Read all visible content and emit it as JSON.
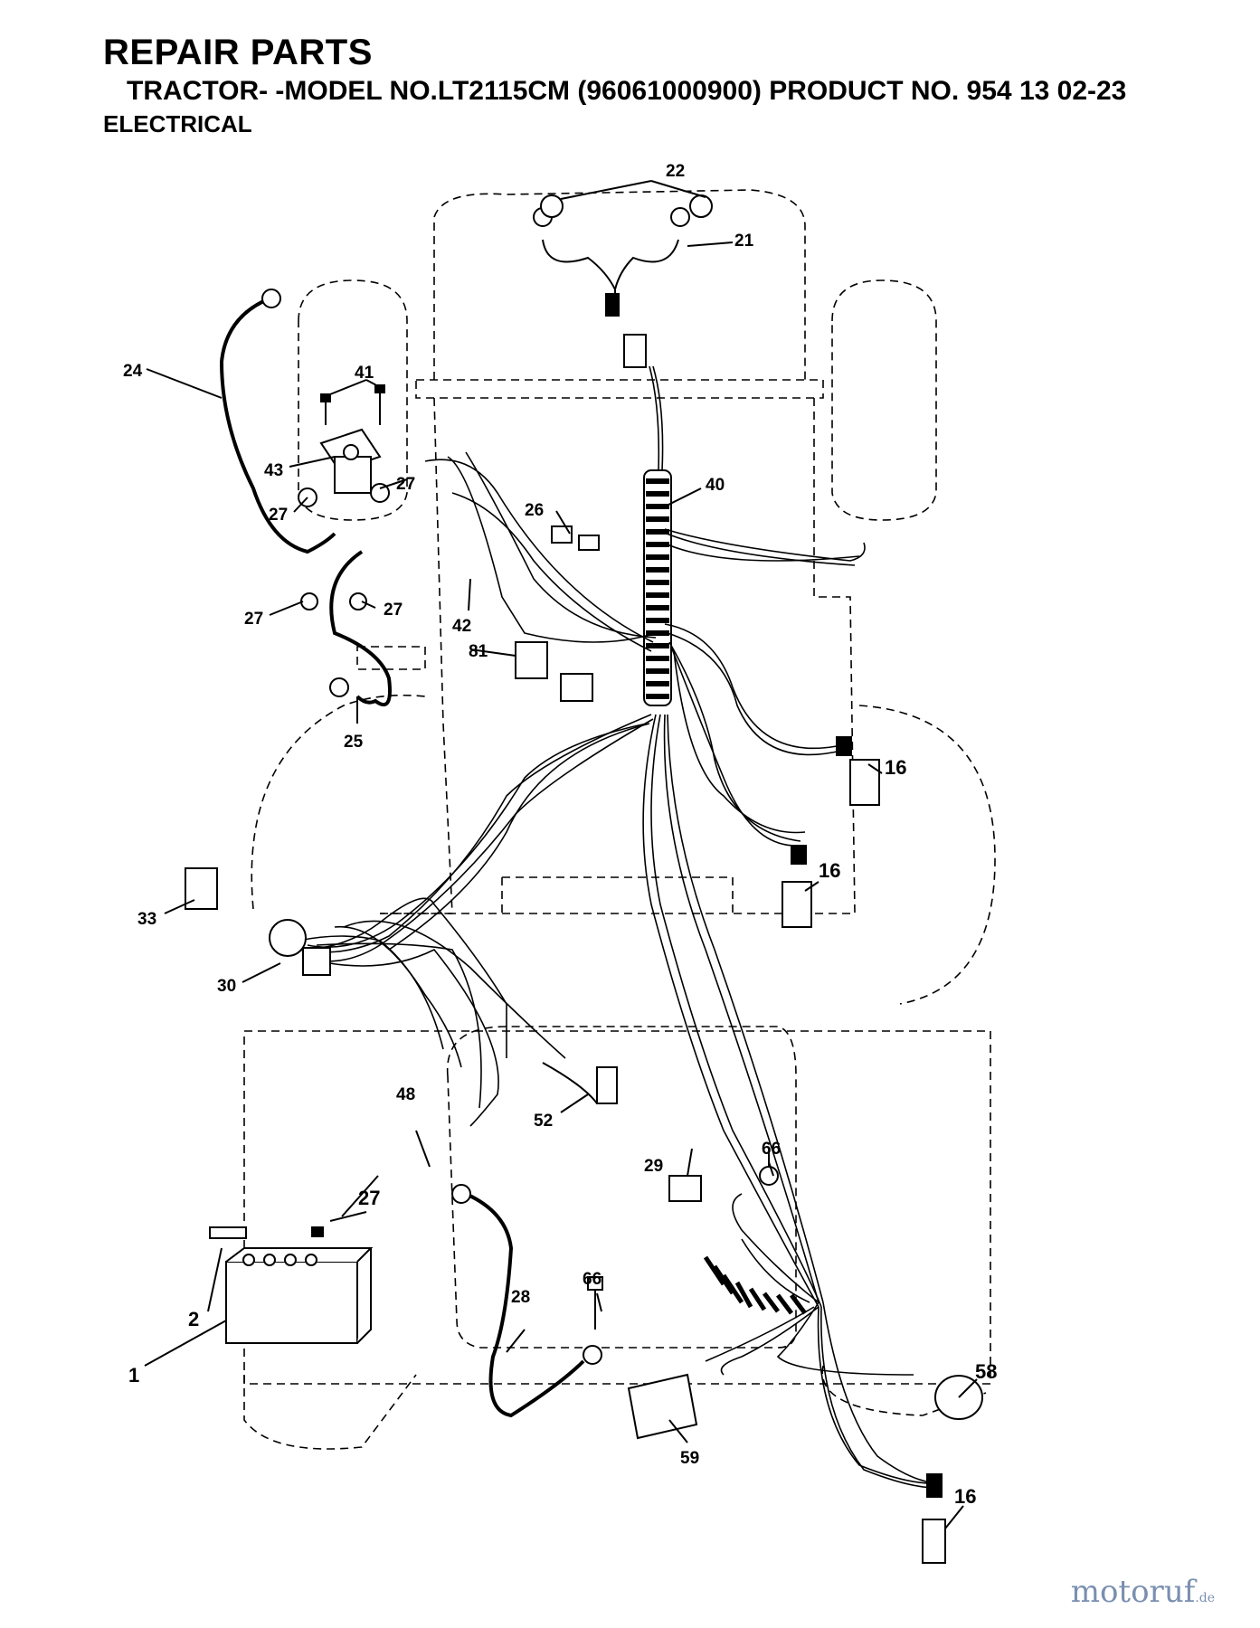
{
  "header": {
    "title": "REPAIR PARTS",
    "subtitle": "TRACTOR- -MODEL NO.LT2115CM (96061000900) PRODUCT NO. 954 13 02-23",
    "section": "ELECTRICAL"
  },
  "labels": {
    "p1": "1",
    "p2": "2",
    "p16a": "16",
    "p16b": "16",
    "p16c": "16",
    "p21": "21",
    "p22": "22",
    "p24": "24",
    "p25": "25",
    "p26": "26",
    "p27a": "27",
    "p27b": "27",
    "p27c": "27",
    "p27d": "27",
    "p27e": "27",
    "p28": "28",
    "p29": "29",
    "p30": "30",
    "p33": "33",
    "p40": "40",
    "p41": "41",
    "p42": "42",
    "p43": "43",
    "p48": "48",
    "p52": "52",
    "p58": "58",
    "p59": "59",
    "p66a": "66",
    "p66b": "66",
    "p81": "81"
  },
  "watermark": {
    "brand": "motoruf",
    "tld": ".de"
  },
  "colors": {
    "ink": "#000000",
    "watermark": "#7a8fb0"
  }
}
